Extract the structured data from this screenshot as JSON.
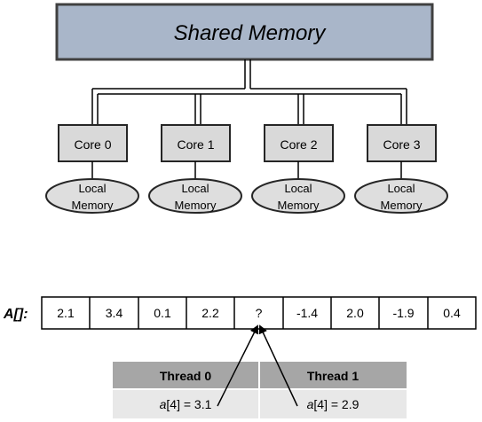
{
  "shared_memory": {
    "label": "Shared Memory"
  },
  "cores": [
    {
      "label": "Core 0",
      "local_memory": [
        "Local",
        "Memory"
      ]
    },
    {
      "label": "Core 1",
      "local_memory": [
        "Local",
        "Memory"
      ]
    },
    {
      "label": "Core 2",
      "local_memory": [
        "Local",
        "Memory"
      ]
    },
    {
      "label": "Core 3",
      "local_memory": [
        "Local",
        "Memory"
      ]
    }
  ],
  "array": {
    "label": "A[]:",
    "values": [
      "2.1",
      "3.4",
      "0.1",
      "2.2",
      "?",
      "-1.4",
      "2.0",
      "-1.9",
      "0.4"
    ]
  },
  "threads": [
    {
      "header": "Thread 0",
      "italic_name": "a",
      "assignment": "[4] = 3.1"
    },
    {
      "header": "Thread 1",
      "italic_name": "a",
      "assignment": "[4] = 2.9"
    }
  ],
  "colors": {
    "shared_fill": "#a9b6c9",
    "core_fill": "#d9d9d9",
    "ellipse_fill": "#dedede",
    "thread_header_fill": "#a6a6a6",
    "thread_row_fill": "#e8e8e8",
    "stroke": "#000000"
  }
}
